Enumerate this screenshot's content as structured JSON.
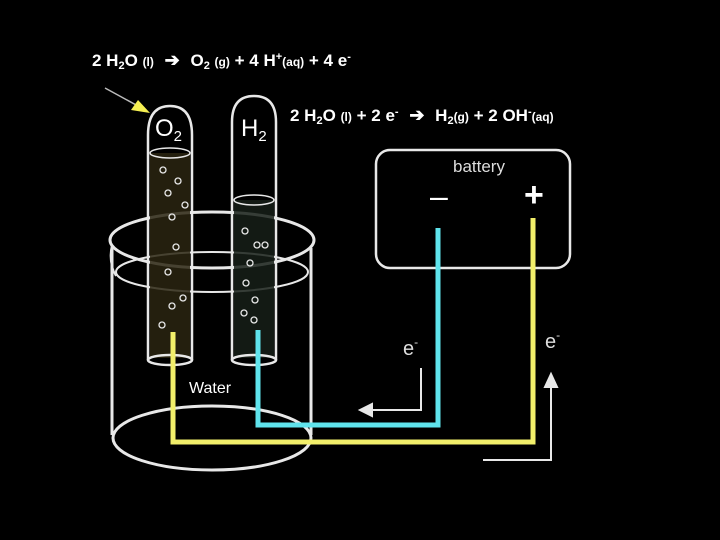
{
  "equations": {
    "anode": {
      "coef_water": "2 H",
      "sub_water": "2",
      "water_tail": "O",
      "phase_l": "(l)",
      "arrow": "➔",
      "o": "O",
      "o_sub": "2",
      "phase_g": "(g)",
      "plus_h": "+ 4 H",
      "h_charge": "+",
      "phase_aq": "(aq)",
      "plus_e": "+ 4 e",
      "e_charge": "-"
    },
    "cathode": {
      "coef_water": "2 H",
      "sub_water": "2",
      "water_tail": "O",
      "phase_l": "(l)",
      "plus_e": "+ 2 e",
      "e_charge": "-",
      "arrow": "➔",
      "h": "H",
      "h_sub": "2",
      "phase_g": "(g)",
      "plus_oh": "+ 2 OH",
      "oh_charge": "-",
      "phase_aq": "(aq)"
    }
  },
  "tubes": {
    "left": {
      "gas": "O",
      "gas_sub": "2"
    },
    "right": {
      "gas": "H",
      "gas_sub": "2"
    }
  },
  "battery": {
    "label": "battery",
    "negative": "–",
    "positive": "+"
  },
  "beaker": {
    "label": "Water"
  },
  "electrons": {
    "left": {
      "symbol": "e",
      "charge": "-"
    },
    "right": {
      "symbol": "e",
      "charge": "-"
    }
  },
  "colors": {
    "background": "#000000",
    "anode_wire": "#f2ef6a",
    "cathode_wire": "#5fe3ec",
    "arrow_pointer": "#f5ef52",
    "glass": "#e8e8e8"
  }
}
